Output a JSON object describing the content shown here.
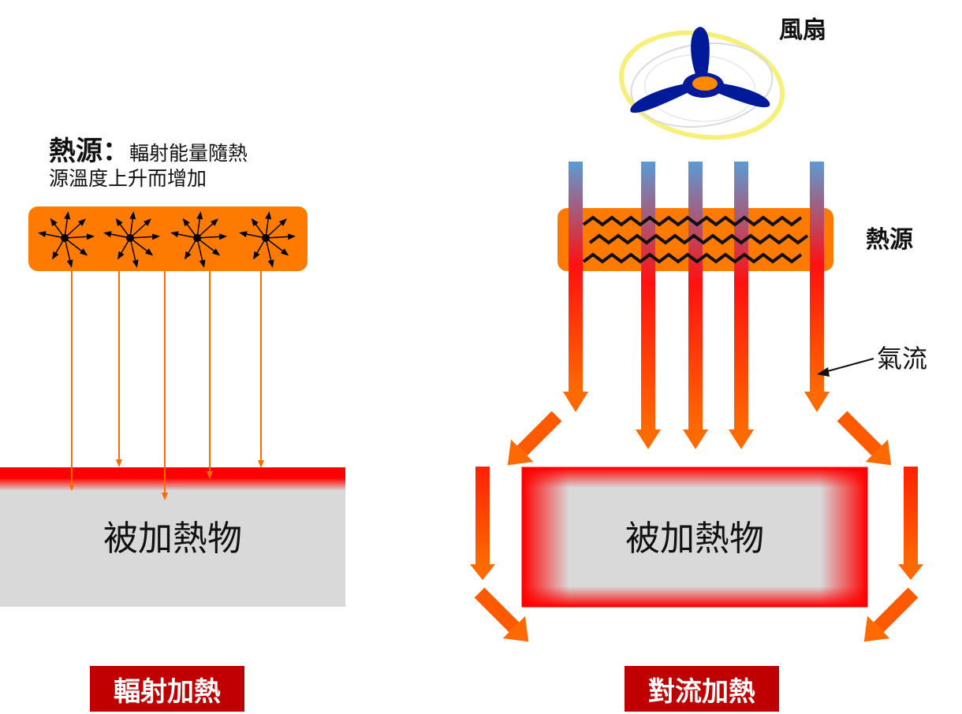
{
  "left": {
    "source_title": "熱源：",
    "source_desc_line1": "輻射能量隨熱",
    "source_desc_line2": "源溫度上升而增加",
    "object_label": "被加熱物",
    "caption": "輻射加熱"
  },
  "right": {
    "fan_label": "風扇",
    "source_label": "熱源",
    "airflow_label": "氣流",
    "object_label": "被加熱物",
    "caption": "對流加熱"
  },
  "colors": {
    "source_orange": "#ff7a00",
    "arrow_orange": "#ff6a00",
    "hot_red": "#ff0000",
    "object_gray": "#d9d9d9",
    "caption_red": "#c00000",
    "air_blue": "#5b9bd5",
    "fan_blue": "#001a99"
  },
  "icons": {
    "fan": "fan-icon",
    "radiation": "radiation-burst-icon",
    "heating_coil": "zigzag-coil-icon"
  }
}
